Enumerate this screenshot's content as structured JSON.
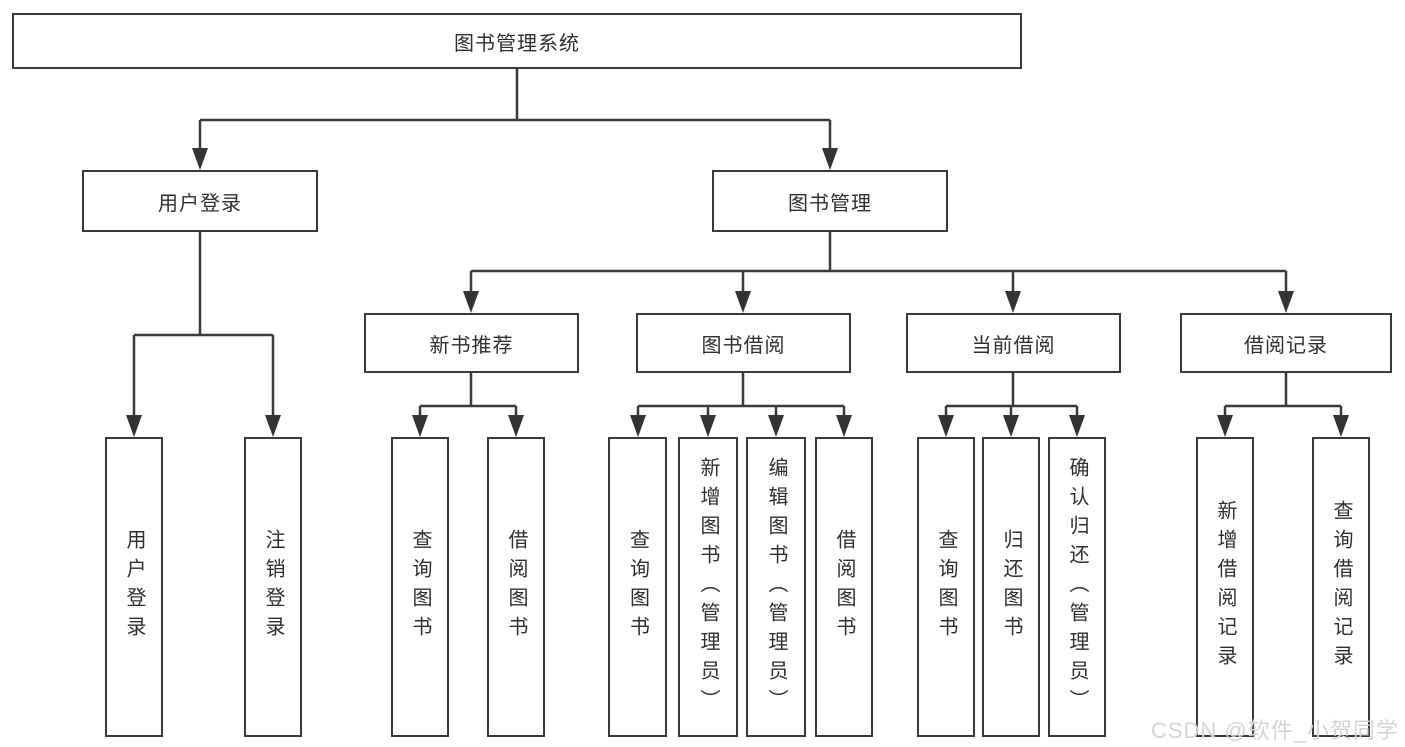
{
  "title": "图书管理系统",
  "watermark": "CSDN @软件_小贺同学",
  "colors": {
    "line": "#3a3a3a",
    "box_border": "#3a3a3a",
    "text": "#2f2f2f",
    "watermark": "#d4d4d4",
    "background": "#ffffff"
  },
  "level2": {
    "user_login": "用户登录",
    "book_management": "图书管理"
  },
  "user_login_children": {
    "login": "用户登录",
    "logout": "注销登录"
  },
  "level3": {
    "new_books": "新书推荐",
    "book_borrow": "图书借阅",
    "current_borrow": "当前借阅",
    "borrow_records": "借阅记录"
  },
  "new_books_children": {
    "query_books": "查询图书",
    "borrow_books": "借阅图书"
  },
  "book_borrow_children": {
    "query_books": "查询图书",
    "add_books": "新增图书（管理员）",
    "edit_books": "编辑图书（管理员）",
    "borrow_books": "借阅图书"
  },
  "current_borrow_children": {
    "query_books": "查询图书",
    "return_books": "归还图书",
    "confirm_return": "确认归还（管理员）"
  },
  "borrow_records_children": {
    "add_record": "新增借阅记录",
    "query_record": "查询借阅记录"
  }
}
